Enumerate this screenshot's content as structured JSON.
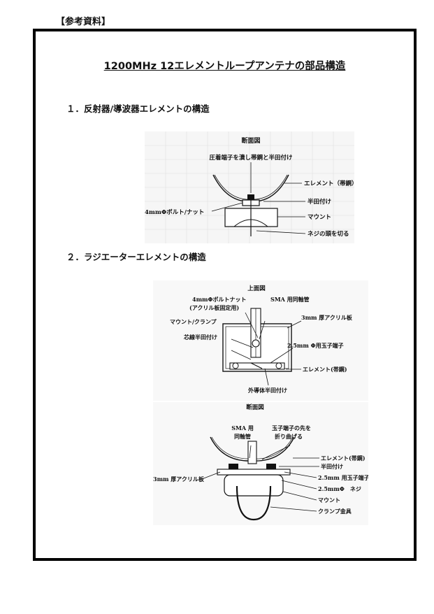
{
  "header": {
    "ref_label": "【参考資料】"
  },
  "document": {
    "title": "1200MHz 12エレメントループアンテナの部品構造",
    "section1": {
      "heading": "１．反射器/導波器エレメントの構造",
      "figure": {
        "caption": "断面図",
        "labels": {
          "crimp": "圧着端子を潰し帯鋼と半田付け",
          "element": "エレメント（帯鋼）",
          "solder": "半田付け",
          "bolt": "4mmΦボルト/ナット",
          "mount": "マウント",
          "cut": "ネジの頭を切る"
        }
      }
    },
    "section2": {
      "heading": "２．ラジエーターエレメントの構造",
      "top_figure": {
        "caption": "上面図",
        "labels": {
          "bolt": "4mmΦボルトナット",
          "bolt_note": "(アクリル板固定用)",
          "coax": "SMA 用同軸管",
          "acrylic": "3mm 厚アクリル板",
          "clamp": "マウント/クランプ",
          "core": "芯線半田付け",
          "terminal": "2.5mm Φ用玉子端子",
          "element": "エレメント(帯鋼)",
          "outer": "外導体半田付け"
        }
      },
      "cross_figure": {
        "caption": "断面図",
        "labels": {
          "coax1": "SMA 用",
          "coax2": "同軸管",
          "bend1": "玉子端子の先を",
          "bend2": "折り曲げる",
          "element": "エレメント(帯鋼)",
          "solder": "半田付け",
          "acrylic": "3mm 厚アクリル板",
          "terminal": "2.5mm 用玉子端子",
          "screw": "2.5mmΦ　ネジ",
          "mount": "マウント",
          "clamp": "クランプ金具"
        }
      }
    }
  }
}
